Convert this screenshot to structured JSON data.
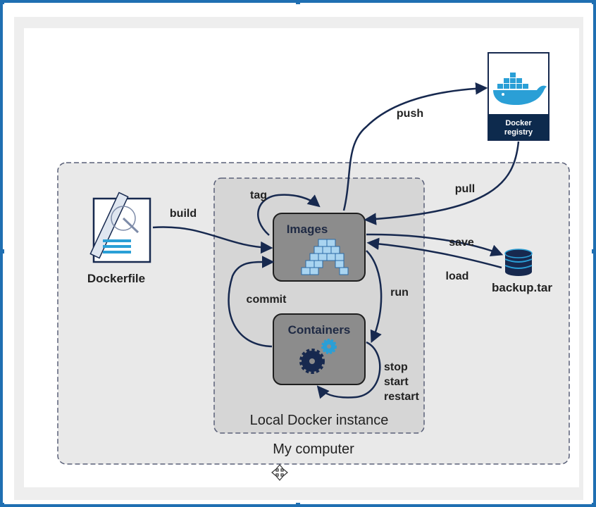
{
  "regions": {
    "my_computer": "My computer",
    "local_instance": "Local Docker instance"
  },
  "boxes": {
    "images": "Images",
    "containers": "Containers"
  },
  "nodes": {
    "dockerfile": "Dockerfile",
    "registry_line1": "Docker",
    "registry_line2": "registry",
    "backup": "backup.tar"
  },
  "edges": {
    "push": "push",
    "pull": "pull",
    "tag": "tag",
    "build": "build",
    "save": "save",
    "load": "load",
    "run": "run",
    "commit": "commit",
    "stop": "stop",
    "start": "start",
    "restart": "restart"
  },
  "colors": {
    "arrow": "#17294f",
    "box_fill": "#8c8c8c",
    "region_fill": "#e9e9e9",
    "inner_fill": "#d6d6d6",
    "registry_navy": "#0d2a4d",
    "docker_blue": "#2a9fd6"
  }
}
